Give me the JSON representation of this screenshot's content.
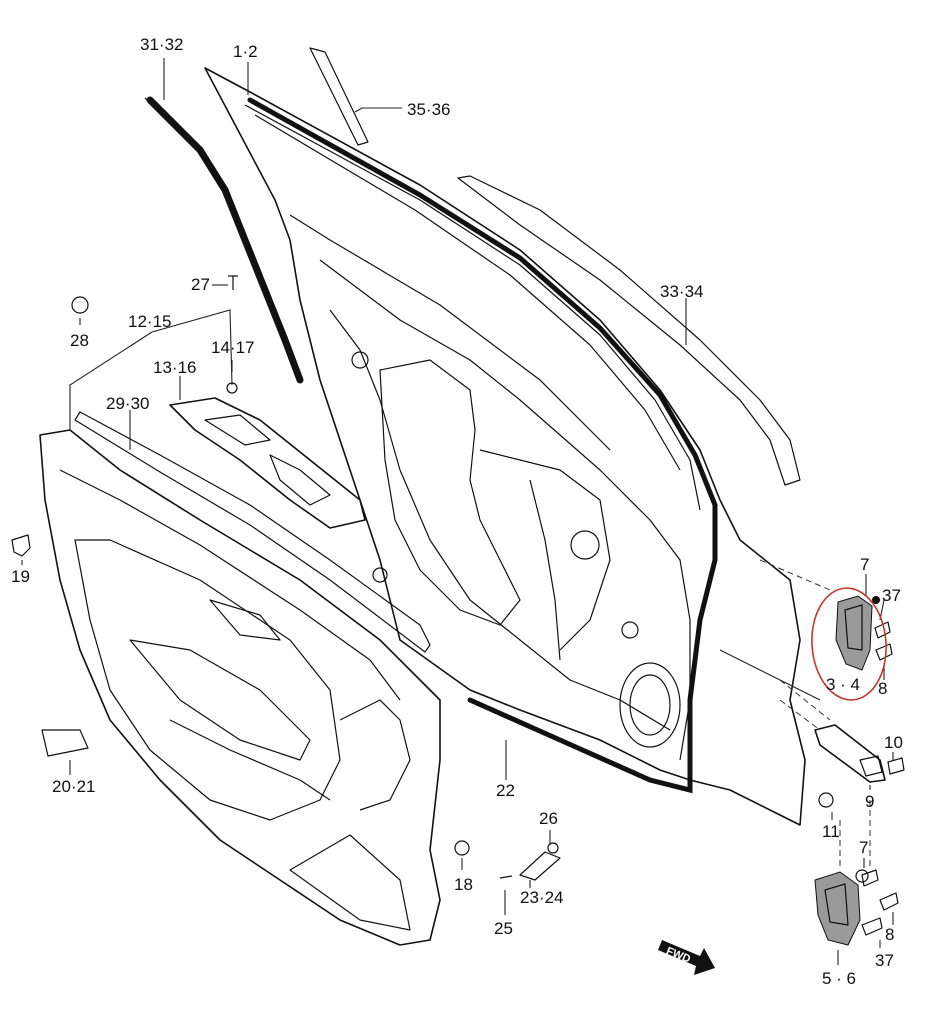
{
  "diagram": {
    "labels": {
      "l_31_32": "31·32",
      "l_1_2": "1·2",
      "l_35_36": "35·36",
      "l_33_34": "33·34",
      "l_27": "27",
      "l_28": "28",
      "l_12_15": "12·15",
      "l_14_17": "14·17",
      "l_13_16": "13·16",
      "l_29_30": "29·30",
      "l_19": "19",
      "l_20_21": "20·21",
      "l_22": "22",
      "l_18": "18",
      "l_26": "26",
      "l_23_24": "23·24",
      "l_25": "25",
      "l_7_top": "7",
      "l_37_top": "37",
      "l_3_4": "3 · 4",
      "l_8_top": "8",
      "l_10": "10",
      "l_9": "9",
      "l_11": "11",
      "l_7_bottom": "7",
      "l_8_bottom": "8",
      "l_37_bottom": "37",
      "l_5_6": "5 · 6",
      "fwd": "FWD"
    },
    "highlight_color": "#c0392b"
  }
}
